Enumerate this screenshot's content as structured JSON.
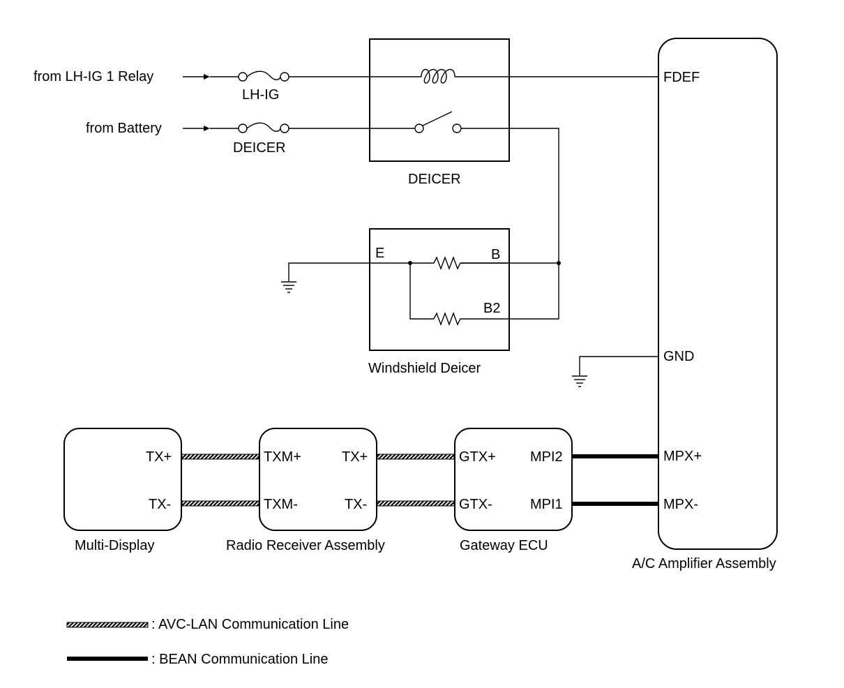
{
  "inputs": {
    "lh_ig_relay": "from LH-IG 1 Relay",
    "battery": "from Battery"
  },
  "fuses": {
    "lh_ig": "LH-IG",
    "deicer": "DEICER"
  },
  "deicer_relay": {
    "name": "DEICER"
  },
  "windshield_deicer": {
    "name": "Windshield Deicer",
    "terminal_e": "E",
    "terminal_b": "B",
    "terminal_b2": "B2"
  },
  "ac_amplifier": {
    "name": "A/C Amplifier Assembly",
    "fdef": "FDEF",
    "gnd": "GND",
    "mpx_plus": "MPX+",
    "mpx_minus": "MPX-"
  },
  "multi_display": {
    "name": "Multi-Display",
    "tx_plus": "TX+",
    "tx_minus": "TX-"
  },
  "radio_receiver": {
    "name": "Radio Receiver Assembly",
    "txm_plus": "TXM+",
    "txm_minus": "TXM-",
    "tx_plus": "TX+",
    "tx_minus": "TX-"
  },
  "gateway_ecu": {
    "name": "Gateway ECU",
    "gtx_plus": "GTX+",
    "gtx_minus": "GTX-",
    "mpi2": "MPI2",
    "mpi1": "MPI1"
  },
  "legend": {
    "avc_lan": ": AVC-LAN Communication Line",
    "bean": ": BEAN Communication Line"
  }
}
